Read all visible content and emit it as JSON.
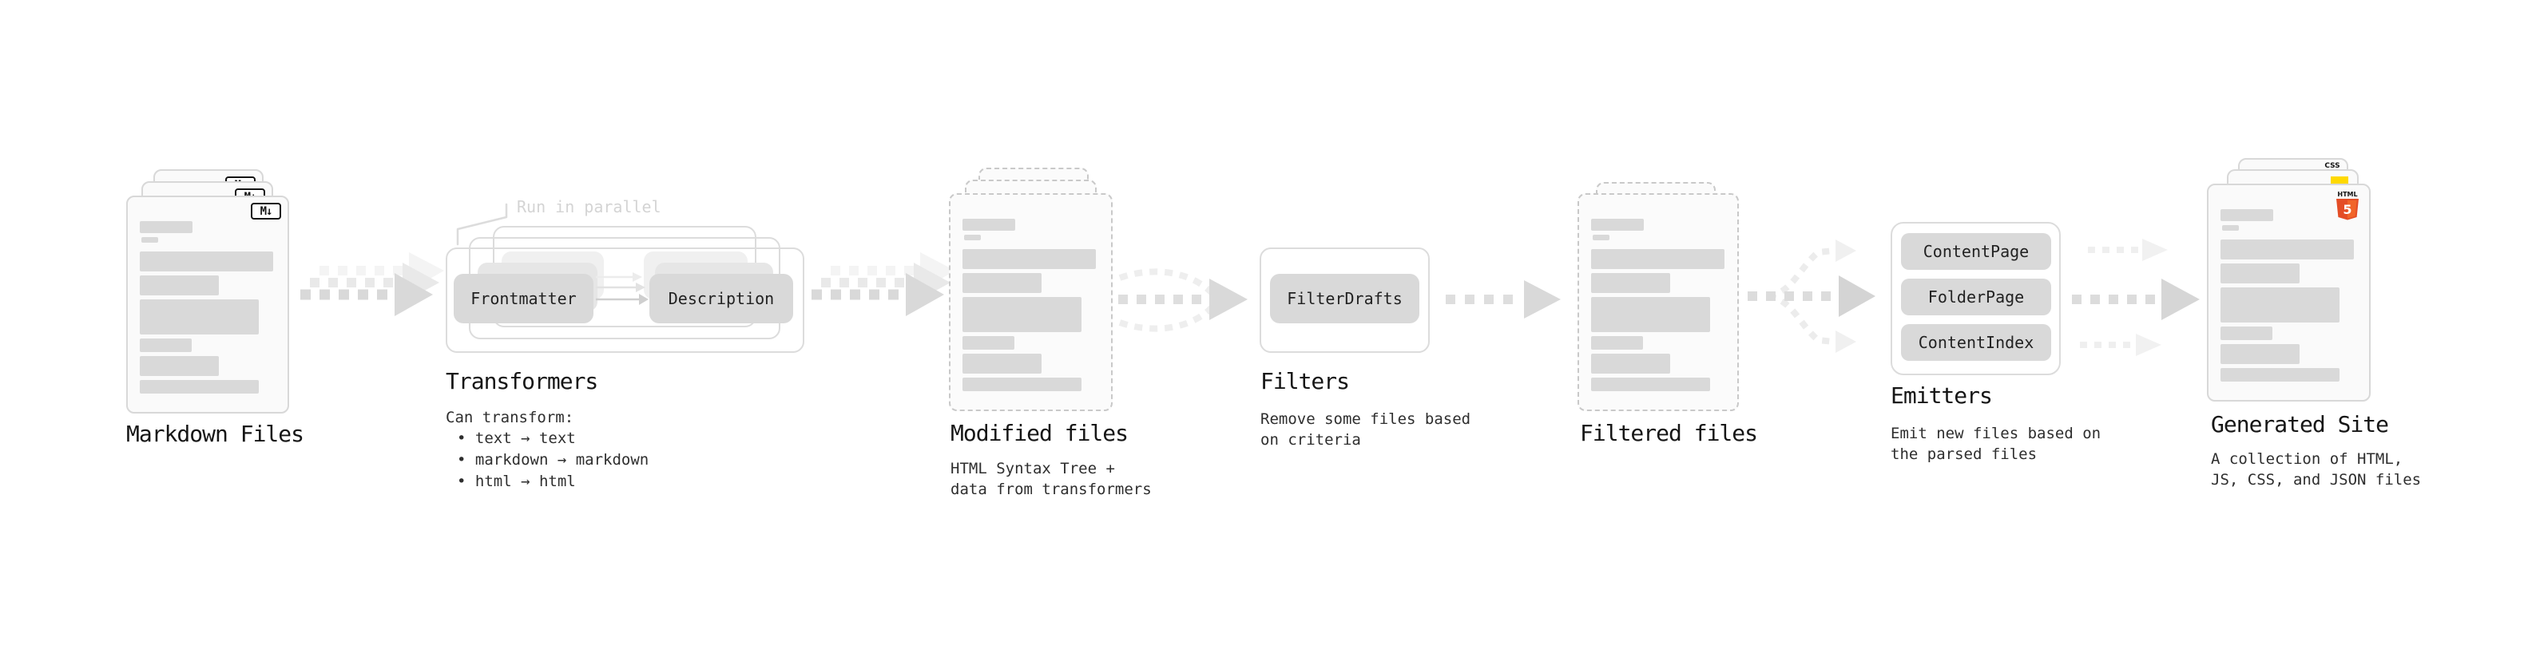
{
  "stages": {
    "markdown_files": {
      "title": "Markdown Files",
      "badge": "M↓"
    },
    "transformers": {
      "title": "Transformers",
      "annotation": "Run in parallel",
      "chip_input": "Frontmatter",
      "chip_output": "Description",
      "intro": "Can transform:",
      "bullets": [
        "• text → text",
        "• markdown → markdown",
        "• html → html"
      ]
    },
    "modified_files": {
      "title": "Modified files",
      "subtitle_lines": [
        "HTML Syntax Tree +",
        "data from transformers"
      ]
    },
    "filters": {
      "title": "Filters",
      "chip": "FilterDrafts",
      "subtitle_lines": [
        "Remove some files based",
        "on criteria"
      ]
    },
    "filtered_files": {
      "title": "Filtered files"
    },
    "emitters": {
      "title": "Emitters",
      "chips": [
        "ContentPage",
        "FolderPage",
        "ContentIndex"
      ],
      "subtitle_lines": [
        "Emit new files based on",
        "the parsed files"
      ]
    },
    "generated_site": {
      "title": "Generated Site",
      "subtitle_lines": [
        "A collection of HTML,",
        "JS, CSS, and JSON files"
      ],
      "badges": {
        "css_label": "CSS",
        "html_label": "HTML",
        "html_number": "5"
      }
    }
  },
  "colors": {
    "html5_orange": "#e44d26",
    "html5_orange_light": "#f16529",
    "js_yellow": "#ffd900",
    "css_blue": "#2b62e9",
    "arrow_gray": "#d9d9d9",
    "card_border": "#d8d8d8"
  }
}
